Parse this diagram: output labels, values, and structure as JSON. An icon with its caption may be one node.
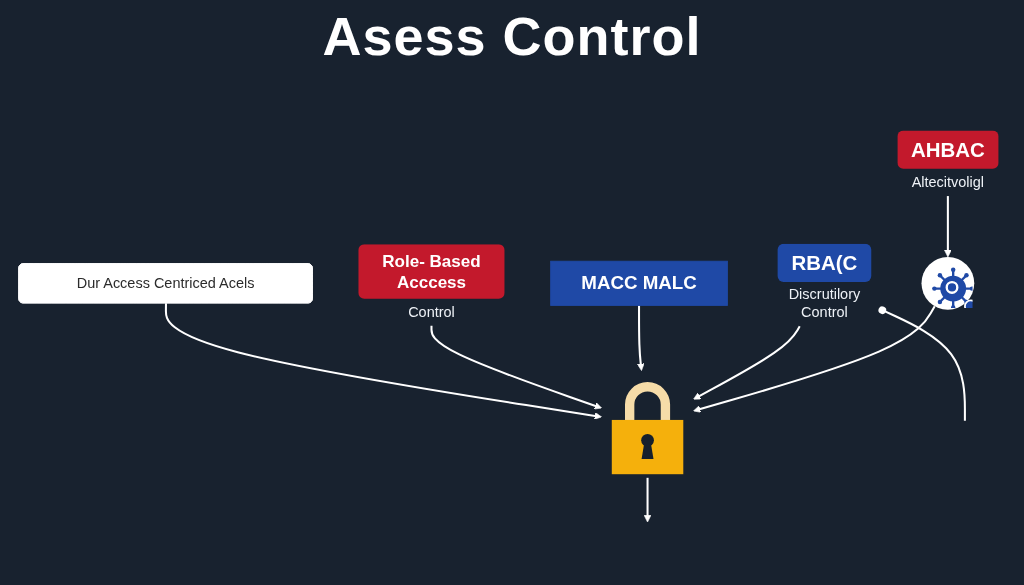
{
  "diagram": {
    "title": "Asess Control",
    "nodes": [
      {
        "text": [
          "Dur Access Centriced Acels"
        ]
      },
      {
        "text": [
          "Role- Based Acccess"
        ],
        "beside": [
          "Control"
        ]
      },
      {
        "text": [],
        "shape": "picture"
      },
      {
        "text": [
          "MACC MALC"
        ]
      },
      {
        "text": [
          "RBA(C"
        ],
        "beside": [
          "Discrutilory Control"
        ]
      },
      {
        "text": [],
        "shape": "circle"
      },
      {
        "text": [
          "AHBAC"
        ],
        "beside": [
          "Altecitvoligl"
        ]
      }
    ],
    "edges": [
      {
        "from": 0,
        "to": 2,
        "arrow": "to"
      },
      {
        "from": 1,
        "to": 2,
        "arrow": "to"
      },
      {
        "from": 3,
        "to": 2,
        "arrow": "to"
      },
      {
        "from": 4,
        "to": 2,
        "arrow": "to"
      },
      {
        "from": 4,
        "to": null,
        "arrow": "other"
      },
      {
        "from": 2,
        "to": null,
        "arrow": "to"
      },
      {
        "from": 5,
        "to": 2,
        "arrow": "to"
      },
      {
        "from": 6,
        "to": 5,
        "arrow": "to"
      }
    ]
  }
}
